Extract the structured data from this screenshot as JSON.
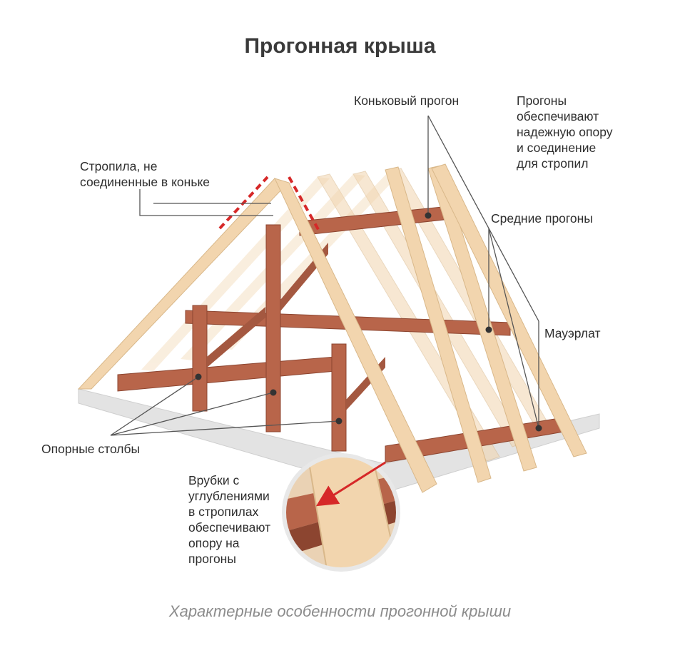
{
  "title": "Прогонная крыша",
  "labels": {
    "rafters_not_joined_line1": "Стропила, не",
    "rafters_not_joined_line2": "соединенные в коньке",
    "ridge_purlin": "Коньковый прогон",
    "purlins_note": [
      "Прогоны",
      "обеспечивают",
      "надежную опору",
      "и соединение",
      "для стропил"
    ],
    "middle_purlins": "Средние прогоны",
    "mauerlat": "Мауэрлат",
    "support_posts": "Опорные столбы",
    "notches_note": [
      "Врубки с",
      "углублениями",
      "в стропилах",
      "обеспечивают",
      "опору на",
      "прогоны"
    ]
  },
  "caption": "Характерные особенности прогонной крыши",
  "colors": {
    "rafter": "#f2d5ae",
    "rafter_edge": "#d9b88a",
    "purlin": "#b8654a",
    "purlin_dark": "#8c4530",
    "floor": "#e3e3e3",
    "accent_red": "#d62828"
  }
}
